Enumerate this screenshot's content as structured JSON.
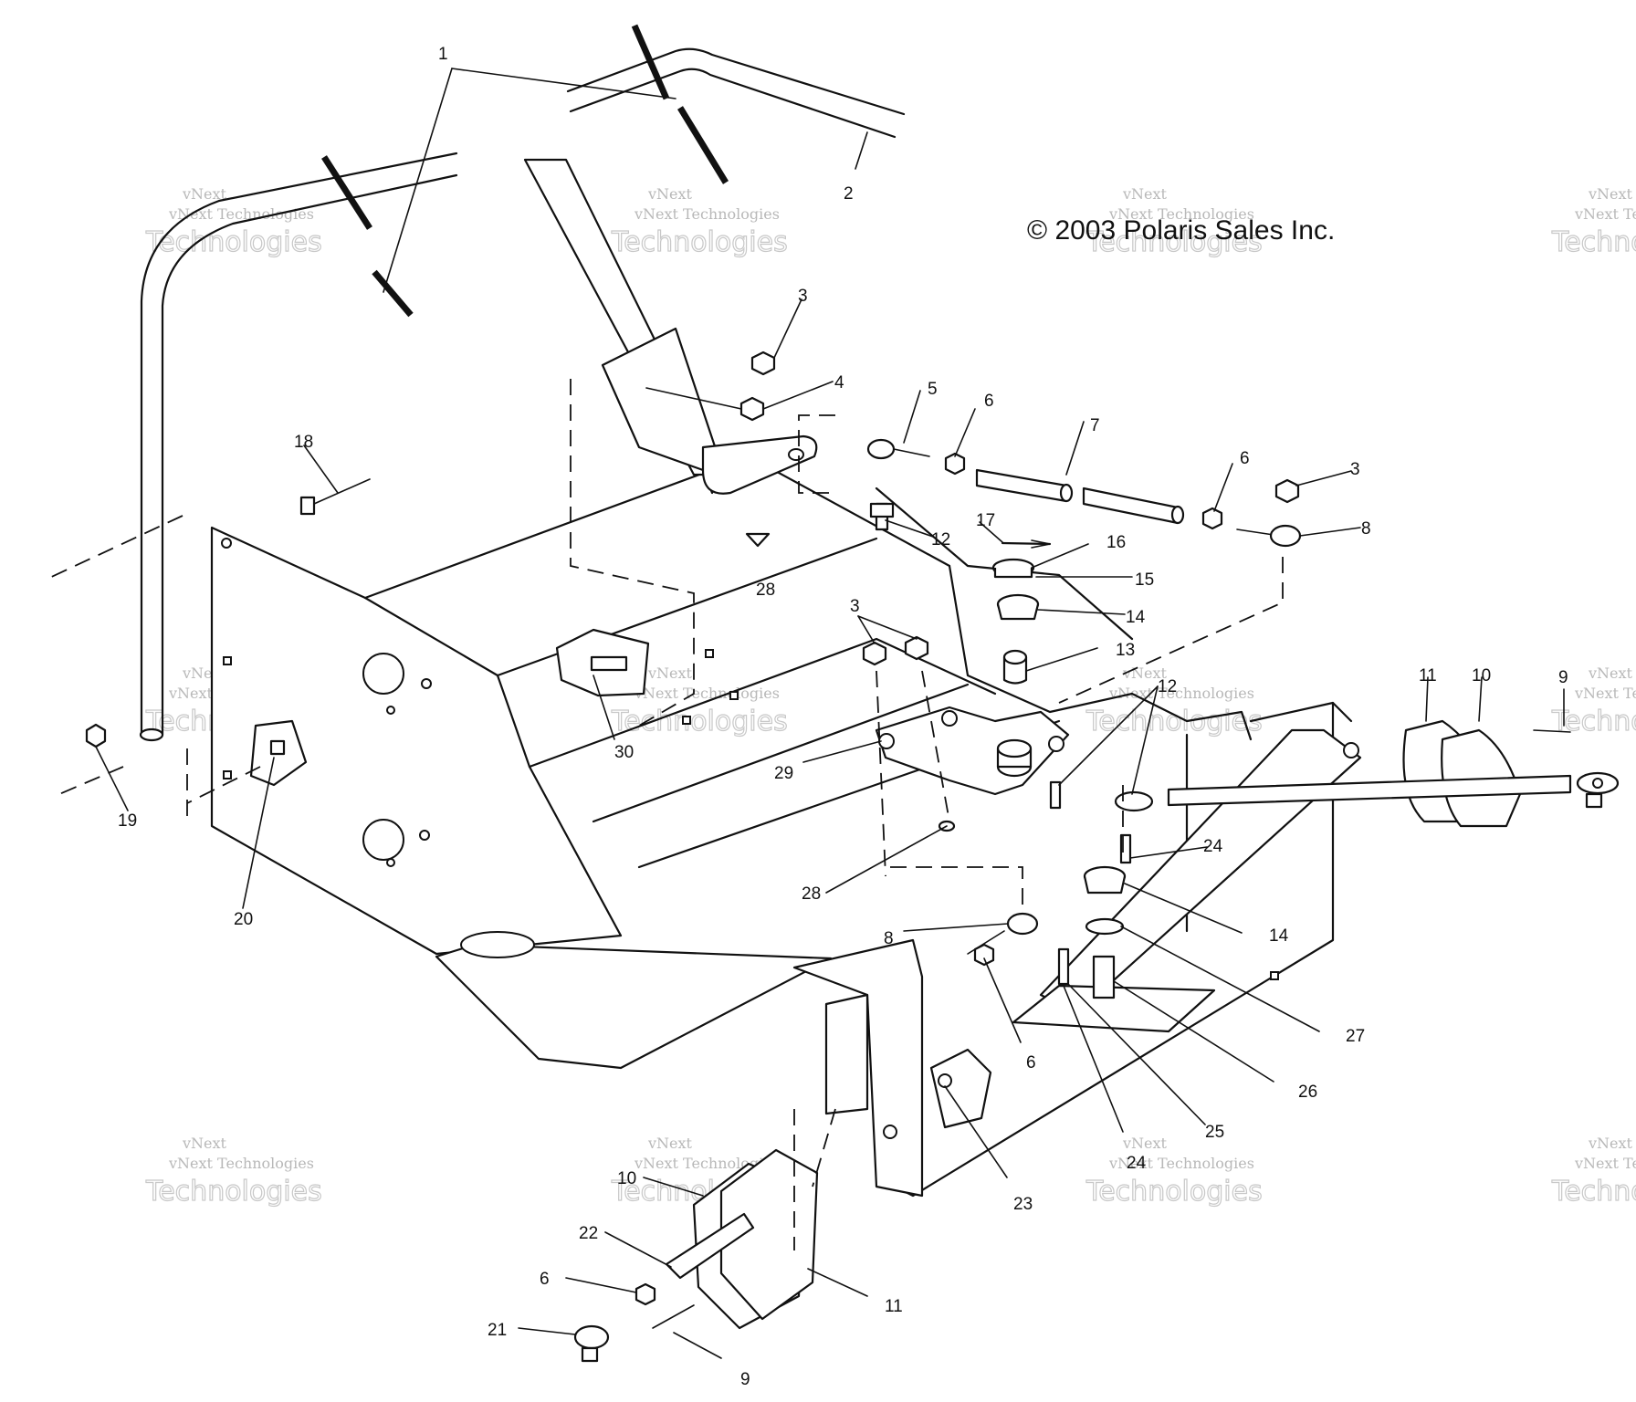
{
  "copyright": "© 2003 Polaris Sales Inc.",
  "watermark": {
    "line1": "vNext Technologies",
    "line2": "Technologies",
    "top": "vNext"
  },
  "callouts": {
    "c1": "1",
    "c2": "2",
    "c3a": "3",
    "c4": "4",
    "c5": "5",
    "c6a": "6",
    "c7": "7",
    "c6b": "6",
    "c3b": "3",
    "c8a": "8",
    "c18": "18",
    "c12a": "12",
    "c17": "17",
    "c16": "16",
    "c15": "15",
    "c14a": "14",
    "c28a": "28",
    "c3c": "3",
    "c13": "13",
    "c12b": "12",
    "c11a": "11",
    "c10a": "10",
    "c9a": "9",
    "c19": "19",
    "c30": "30",
    "c29": "29",
    "c20": "20",
    "c24a": "24",
    "c28b": "28",
    "c14b": "14",
    "c8b": "8",
    "c27": "27",
    "c6c": "6",
    "c26": "26",
    "c25": "25",
    "c24b": "24",
    "c23": "23",
    "c10b": "10",
    "c22": "22",
    "c11b": "11",
    "c6d": "6",
    "c21": "21",
    "c9b": "9"
  }
}
